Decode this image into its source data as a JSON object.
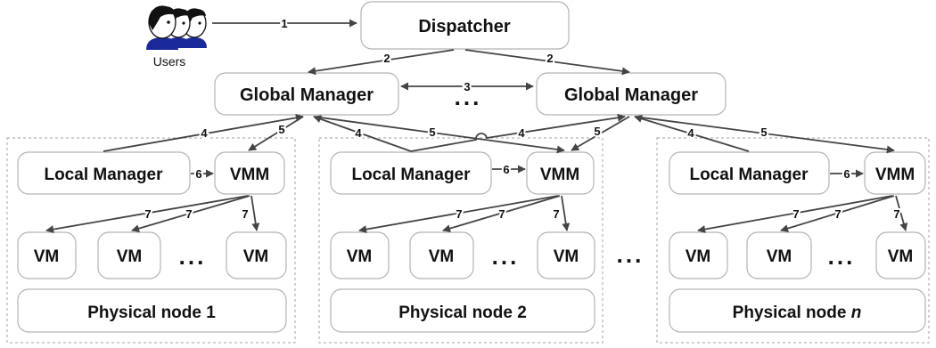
{
  "users": {
    "label": "Users",
    "icon": "users-icon"
  },
  "dispatcher": {
    "label": "Dispatcher"
  },
  "global_managers": [
    {
      "label": "Global Manager"
    },
    {
      "label": "Global Manager"
    }
  ],
  "gm_ellipsis": "...",
  "nodes": [
    {
      "local_manager": "Local Manager",
      "vmm": "VMM",
      "vms": [
        "VM",
        "VM",
        "VM"
      ],
      "vm_ellipsis": "...",
      "label": "Physical node 1",
      "label_prefix": "Physical node ",
      "label_index": ""
    },
    {
      "local_manager": "Local Manager",
      "vmm": "VMM",
      "vms": [
        "VM",
        "VM",
        "VM"
      ],
      "vm_ellipsis": "...",
      "label": "Physical node 2",
      "label_prefix": "Physical node ",
      "label_index": ""
    },
    {
      "local_manager": "Local Manager",
      "vmm": "VMM",
      "vms": [
        "VM",
        "VM",
        "VM"
      ],
      "vm_ellipsis": "...",
      "label": "Physical node n",
      "label_prefix": "Physical node ",
      "label_index": "n"
    }
  ],
  "nodes_ellipsis": "...",
  "edge_labels": {
    "users_to_dispatcher": "1",
    "dispatcher_to_gm": "2",
    "gm_to_gm": "3",
    "lm_to_gm": "4",
    "gm_to_vmm": "5",
    "lm_to_vmm": "6",
    "vmm_to_vm": "7"
  },
  "colors": {
    "box_stroke": "#b3b3b3",
    "edge": "#444444",
    "text": "#111111",
    "users_face": "#ffffff",
    "users_shirt": "#1a2a9a",
    "users_hair": "#111111"
  }
}
